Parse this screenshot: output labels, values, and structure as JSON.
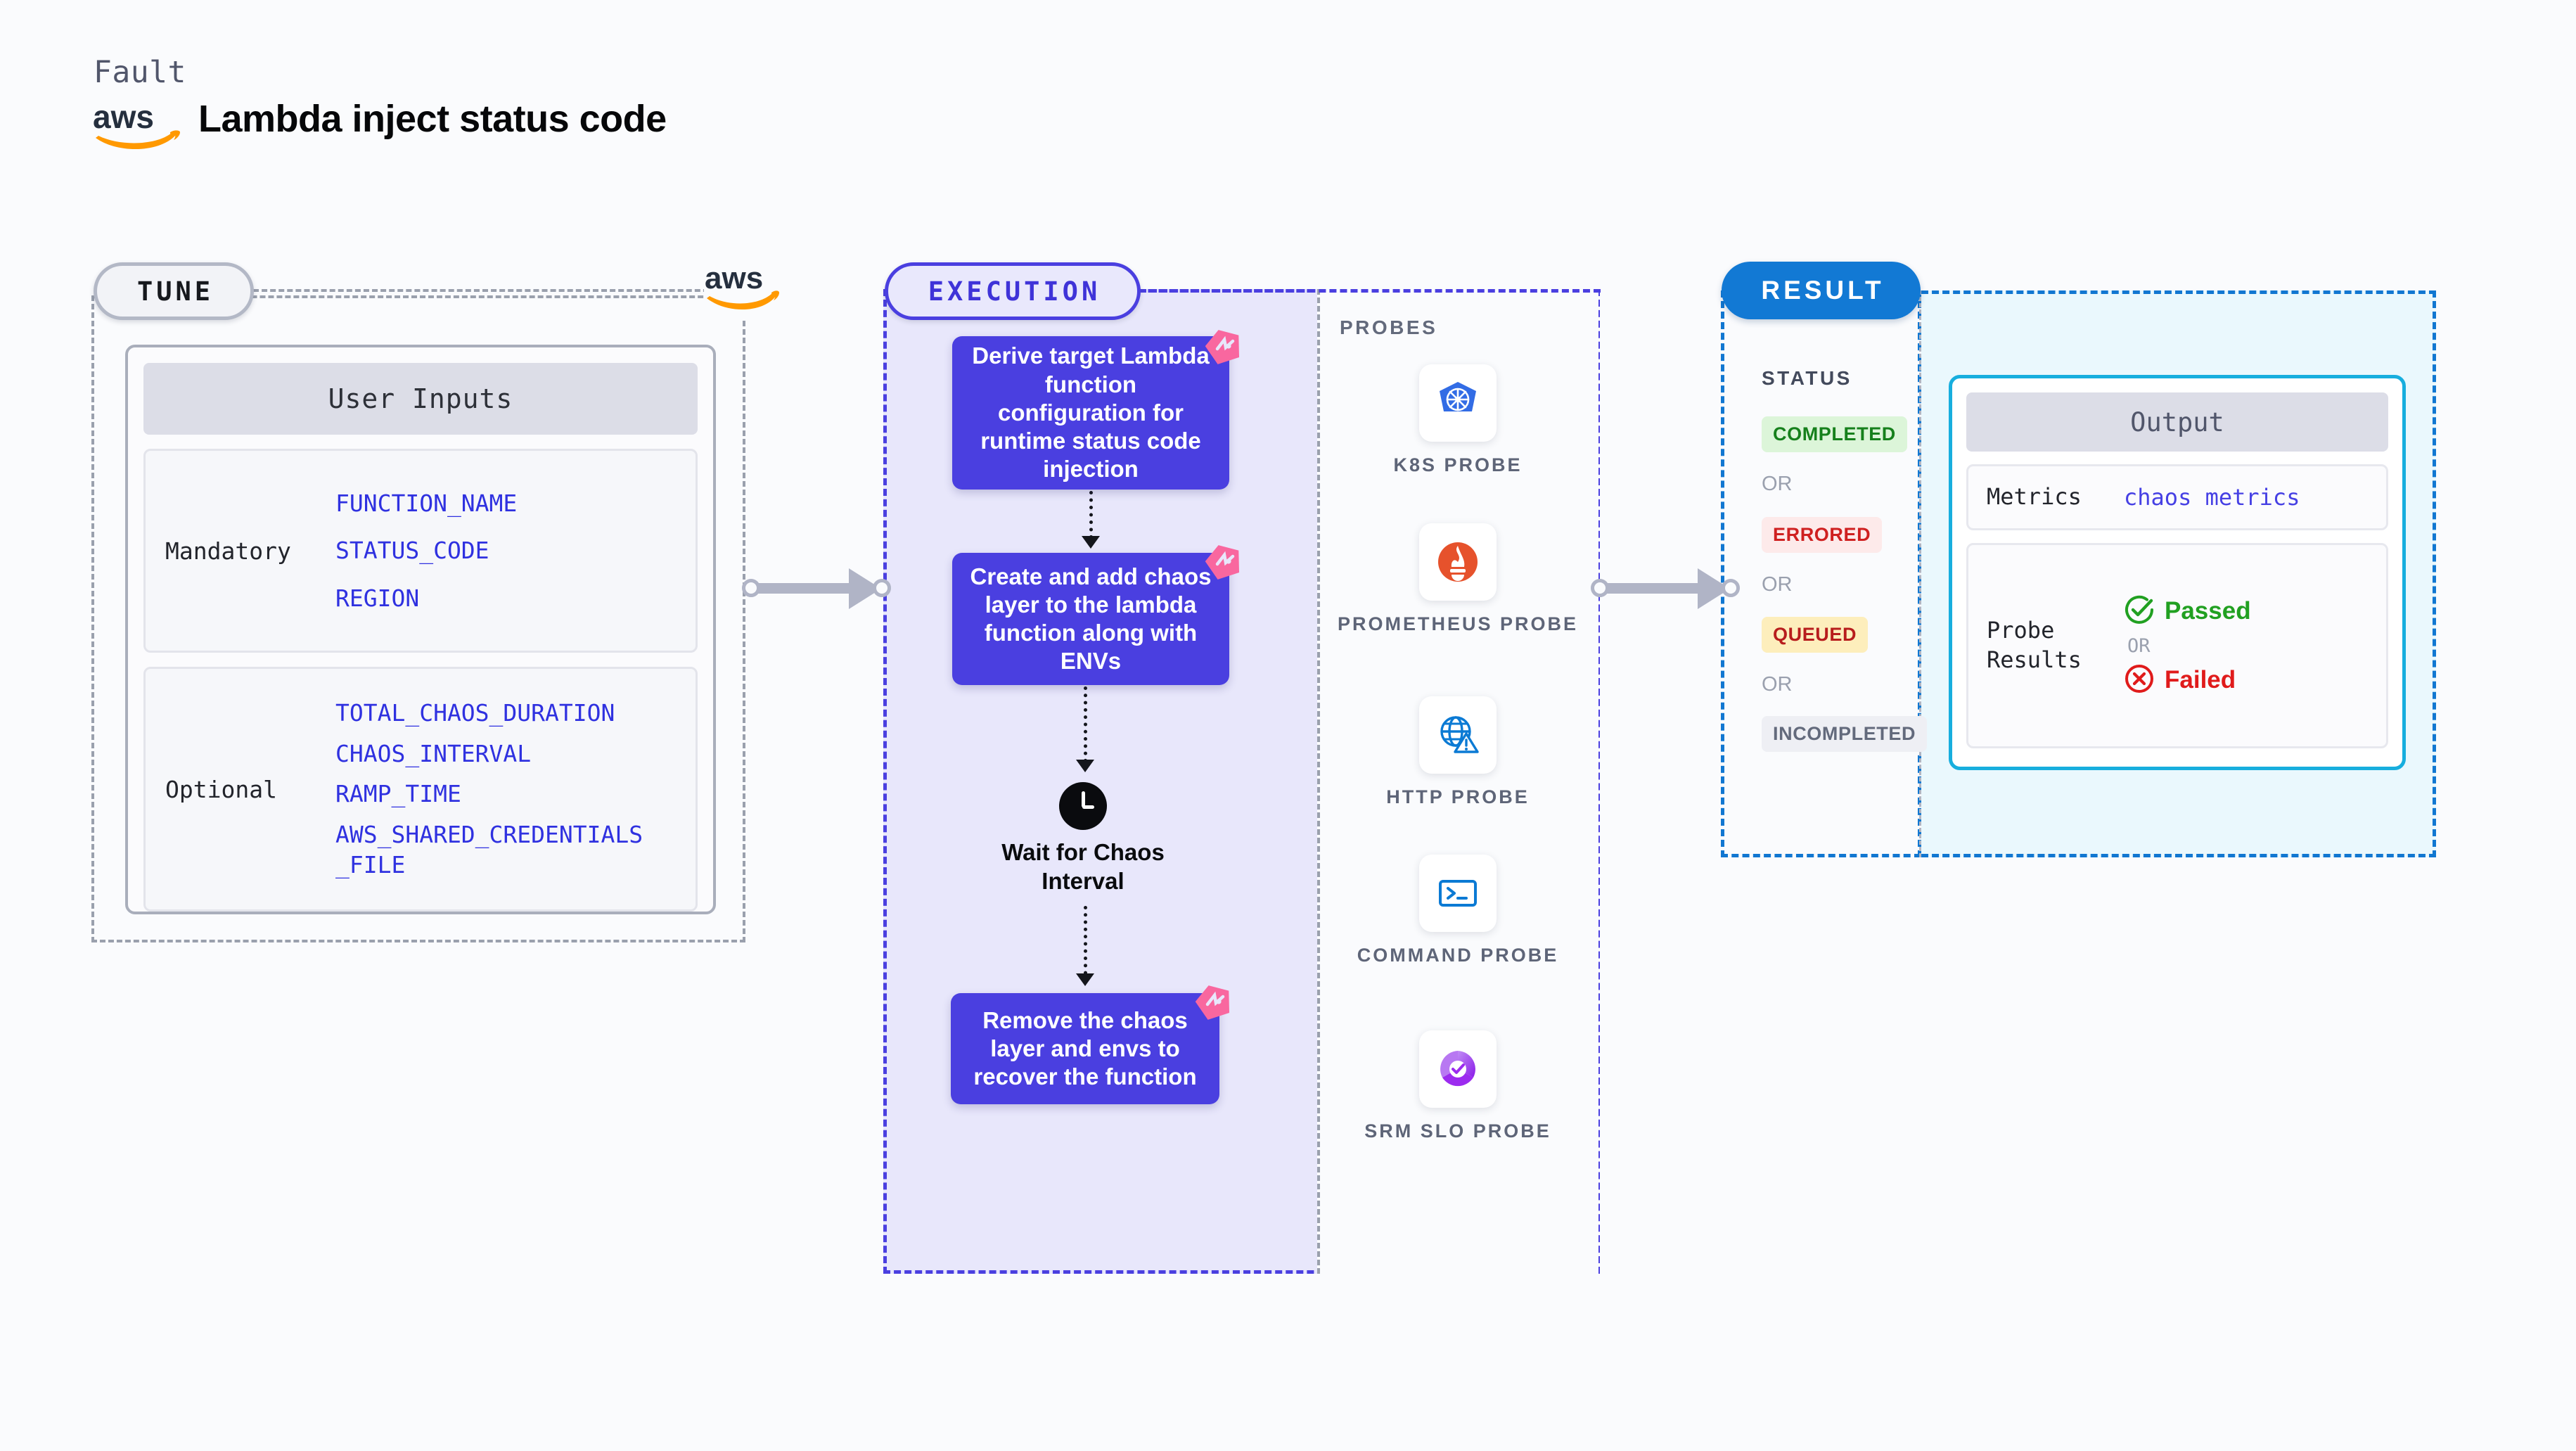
{
  "header": {
    "kicker": "Fault",
    "logo": "aws-logo",
    "title": "Lambda inject status code"
  },
  "tune": {
    "badge": "TUNE",
    "logo_icon": "aws-logo",
    "card_title": "User Inputs",
    "groups": [
      {
        "label": "Mandatory",
        "params": [
          "FUNCTION_NAME",
          "STATUS_CODE",
          "REGION"
        ]
      },
      {
        "label": "Optional",
        "params": [
          "TOTAL_CHAOS_DURATION",
          "CHAOS_INTERVAL",
          "RAMP_TIME",
          "AWS_SHARED_CREDENTIALS_FILE"
        ]
      }
    ]
  },
  "execution": {
    "badge": "EXECUTION",
    "steps": [
      {
        "text": "Derive target Lambda function configuration for runtime status code injection",
        "badge_icon": "litmus-icon"
      },
      {
        "text": "Create and add chaos layer to the lambda function along with ENVs",
        "badge_icon": "litmus-icon"
      }
    ],
    "wait": {
      "icon": "clock-icon",
      "label": "Wait for Chaos Interval"
    },
    "final_step": {
      "text": "Remove the chaos layer and envs to recover the function",
      "badge_icon": "litmus-icon"
    }
  },
  "probes": {
    "label": "PROBES",
    "items": [
      {
        "name": "K8S PROBE",
        "icon": "kubernetes-icon"
      },
      {
        "name": "PROMETHEUS PROBE",
        "icon": "prometheus-icon"
      },
      {
        "name": "HTTP PROBE",
        "icon": "http-globe-icon"
      },
      {
        "name": "COMMAND PROBE",
        "icon": "terminal-icon"
      },
      {
        "name": "SRM SLO PROBE",
        "icon": "srm-slo-icon"
      }
    ]
  },
  "result": {
    "badge": "RESULT",
    "status_label": "STATUS",
    "or_label": "OR",
    "statuses": [
      {
        "text": "COMPLETED",
        "bg": "#dcf5d9",
        "fg": "#16801c"
      },
      {
        "text": "ERRORED",
        "bg": "#fdeaea",
        "fg": "#cf2020"
      },
      {
        "text": "QUEUED",
        "bg": "#fdeebc",
        "fg": "#b81d1d"
      },
      {
        "text": "INCOMPLETED",
        "bg": "#eeeff4",
        "fg": "#636a7c"
      }
    ],
    "output": {
      "title": "Output",
      "metrics_key": "Metrics",
      "metrics_value": "chaos metrics",
      "probe_key": "Probe Results",
      "passed": "Passed",
      "failed": "Failed",
      "or_label": "OR",
      "passed_color": "#21a021",
      "failed_color": "#e01b1b"
    }
  },
  "colors": {
    "accent_purple": "#4a3fe0",
    "accent_blue": "#1279d4",
    "accent_cyan": "#17aede",
    "litmus_pink": "#f9679f",
    "param_blue": "#2f31e0"
  }
}
